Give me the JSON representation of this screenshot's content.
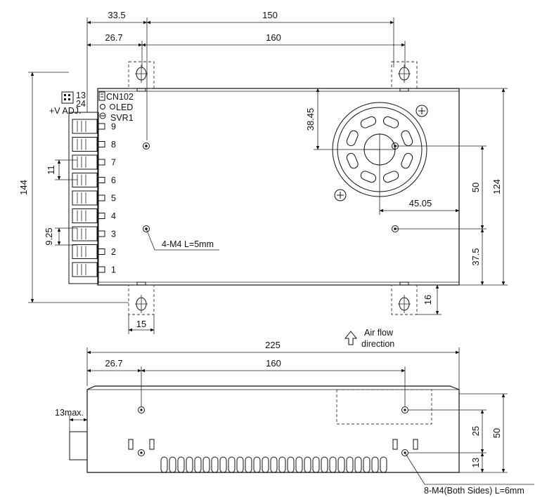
{
  "top_view": {
    "dims": {
      "d_33_5": "33.5",
      "d_150": "150",
      "d_26_7": "26.7",
      "d_160": "160",
      "d_144": "144",
      "d_124": "124",
      "d_50": "50",
      "d_37_5": "37.5",
      "d_38_45": "38.45",
      "d_45_05": "45.05",
      "d_11": "11",
      "d_9_25": "9.25",
      "d_15": "15",
      "d_16": "16"
    },
    "labels": {
      "cn_pins_top": "13",
      "cn_pins_bottom": "24",
      "cn_name": "CN102",
      "led": "LED",
      "v_adj": "+V ADJ.",
      "svr": "SVR1",
      "screw_note": "4-M4 L=5mm"
    },
    "terminals": [
      "9",
      "8",
      "7",
      "6",
      "5",
      "4",
      "3",
      "2",
      "1"
    ]
  },
  "airflow": {
    "line1": "Air flow",
    "line2": "direction"
  },
  "side_view": {
    "dims": {
      "d_225": "225",
      "d_26_7": "26.7",
      "d_160": "160",
      "d_50": "50",
      "d_25": "25",
      "d_13": "13",
      "d_13max": "13max."
    },
    "labels": {
      "screw_note": "8-M4(Both Sides) L=6mm"
    }
  }
}
